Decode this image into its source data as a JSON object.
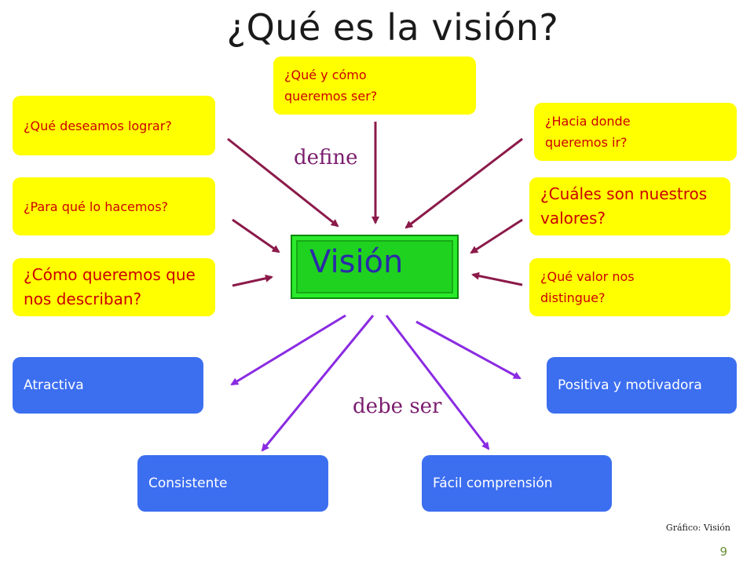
{
  "title": "¿Qué es la visión?",
  "center_label": "Visión",
  "define_label": "define",
  "debe_ser_label": "debe ser",
  "questions": {
    "que_como": "¿Qué y cómo queremos ser?",
    "lograr": "¿Qué deseamos lograr?",
    "hacia_donde": "¿Hacia donde queremos ir?",
    "para_que": "¿Para qué lo hacemos?",
    "valores": "¿Cuáles son nuestros valores?",
    "describan": "¿Cómo queremos que nos describan?",
    "distingue": "¿Qué valor nos distingue?"
  },
  "qualities": {
    "atractiva": "Atractiva",
    "positiva": "Positiva y motivadora",
    "consistente": "Consistente",
    "facil": "Fácil comprensión"
  },
  "caption": "Gráfico: Visión",
  "page_number": "9",
  "colors": {
    "question_bg": "#ffff00",
    "question_text": "#cc0000",
    "quality_bg": "#3c6ef0",
    "define_arrow": "#8b1a4a",
    "quality_arrow": "#8a2be2",
    "vision_bg": "#1fd21f",
    "vision_text": "#2a2aa8"
  }
}
